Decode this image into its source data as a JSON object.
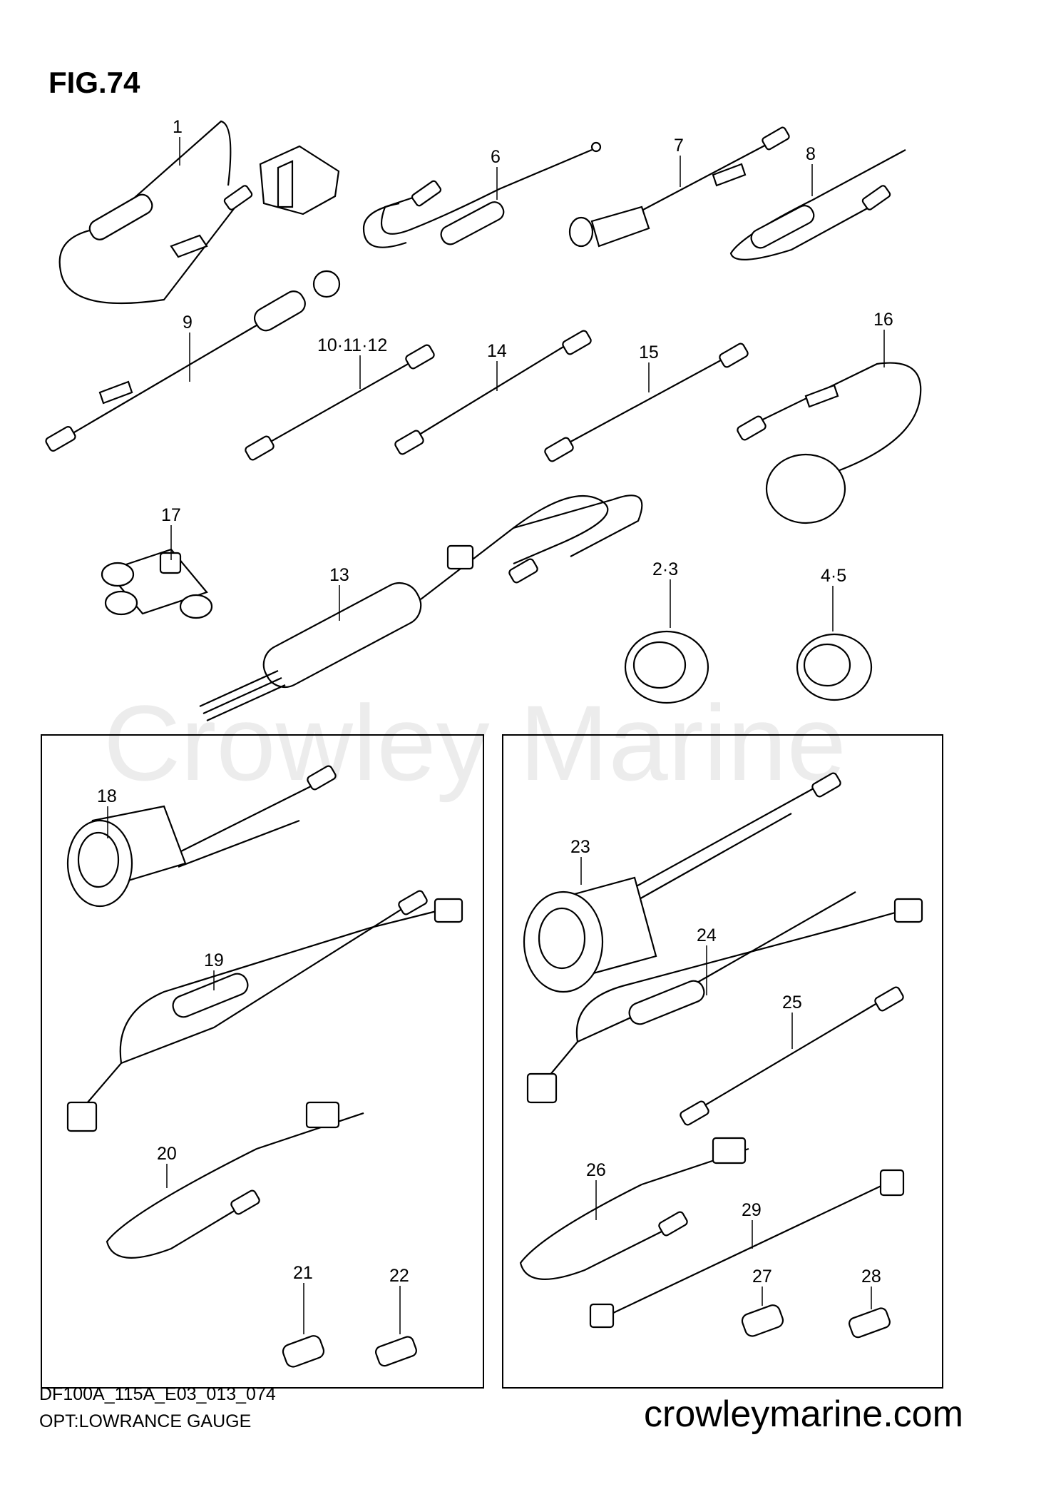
{
  "figure_title": "FIG.74",
  "watermark": "Crowley Marine",
  "footer": {
    "code": "DF100A_115A_E03_013_074",
    "description": "OPT:LOWRANCE GAUGE",
    "site": "crowleymarine.com"
  },
  "callouts": [
    "1",
    "6",
    "7",
    "8",
    "9",
    "10·11·12",
    "14",
    "15",
    "16",
    "17",
    "13",
    "2·3",
    "4·5",
    "18",
    "19",
    "20",
    "21",
    "22",
    "23",
    "24",
    "25",
    "26",
    "29",
    "27",
    "28"
  ]
}
